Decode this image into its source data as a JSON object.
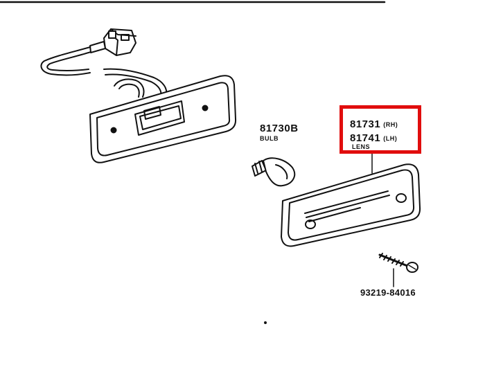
{
  "colors": {
    "ink": "#111111",
    "highlight": "#e10d0d",
    "background": "#ffffff"
  },
  "labels": {
    "bulb_part": "81730B",
    "bulb_name": "BULB",
    "lens_rh_part": "81731",
    "lens_rh_side": "(RH)",
    "lens_lh_part": "81741",
    "lens_lh_side": "(LH)",
    "lens_name": "LENS",
    "screw_part": "93219-84016"
  }
}
